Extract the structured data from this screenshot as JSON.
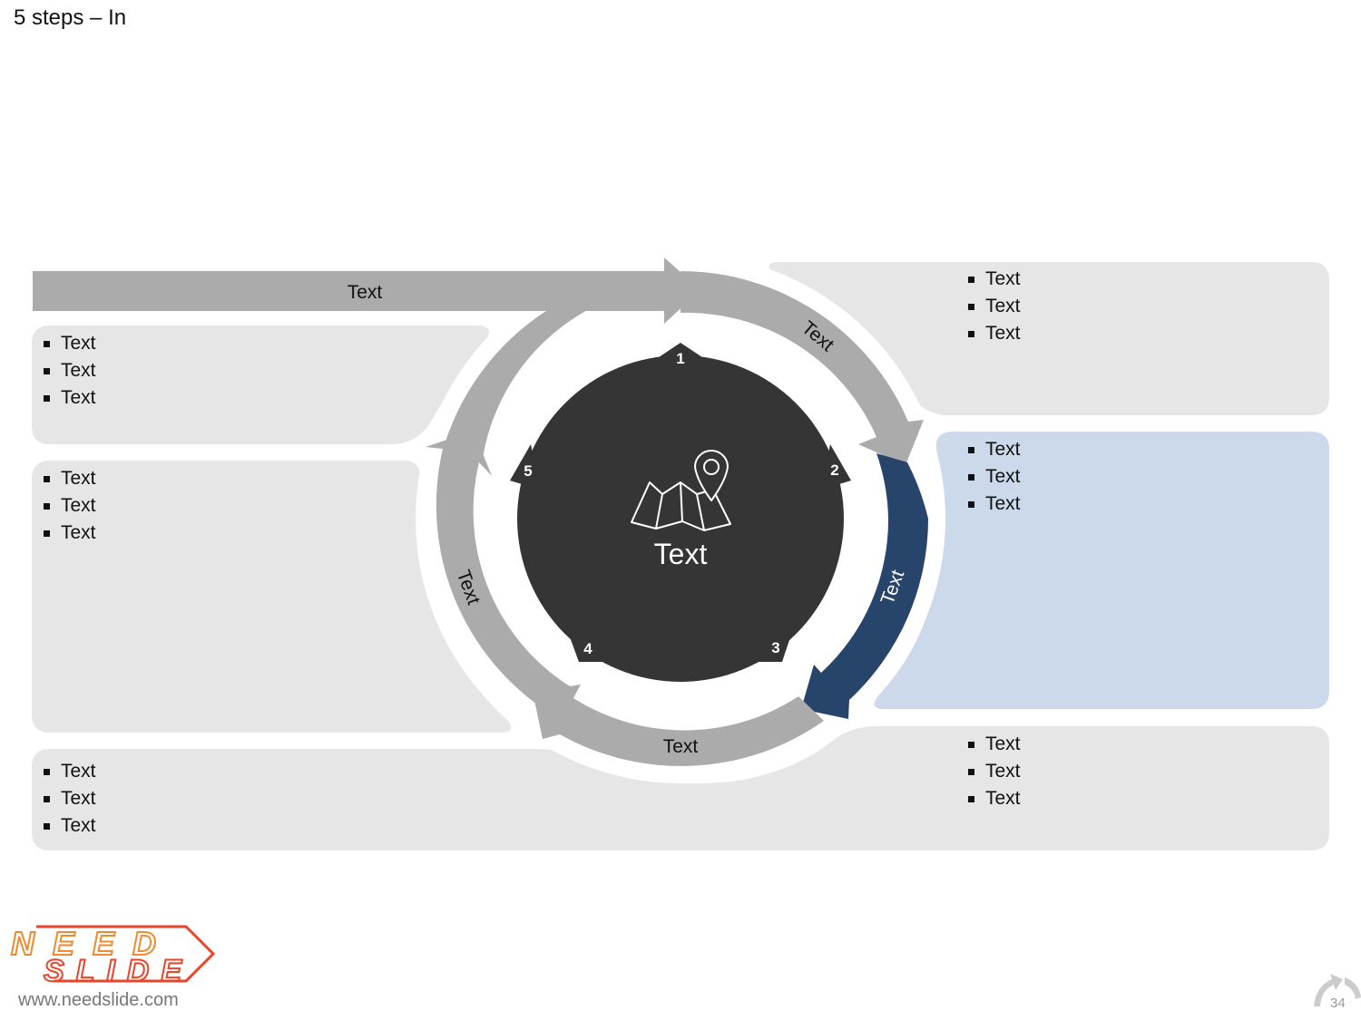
{
  "title": "5 steps – In",
  "top_arrow_label": "Text",
  "center_label": "Text",
  "center_icon": "map-pin-icon",
  "steps": [
    {
      "number": "1"
    },
    {
      "number": "2"
    },
    {
      "number": "3"
    },
    {
      "number": "4"
    },
    {
      "number": "5"
    }
  ],
  "arc_labels": {
    "top_right": "Text",
    "right": "Text",
    "bottom": "Text",
    "left": "Text"
  },
  "panels": {
    "top_left": [
      "Text",
      "Text",
      "Text"
    ],
    "mid_left": [
      "Text",
      "Text",
      "Text"
    ],
    "bottom_left": [
      "Text",
      "Text",
      "Text"
    ],
    "top_right": [
      "Text",
      "Text",
      "Text"
    ],
    "mid_right": [
      "Text",
      "Text",
      "Text"
    ],
    "bottom_right": [
      "Text",
      "Text",
      "Text"
    ]
  },
  "colors": {
    "panel_gray": "#e6e6e6",
    "panel_highlight": "#cbd9ea",
    "arc_gray": "#ababab",
    "arc_highlight": "#27446b",
    "center_dark": "#353535"
  },
  "logo": {
    "line1": "NEED",
    "line2": "SLIDE",
    "url": "www.needslide.com"
  },
  "page_number": "34"
}
